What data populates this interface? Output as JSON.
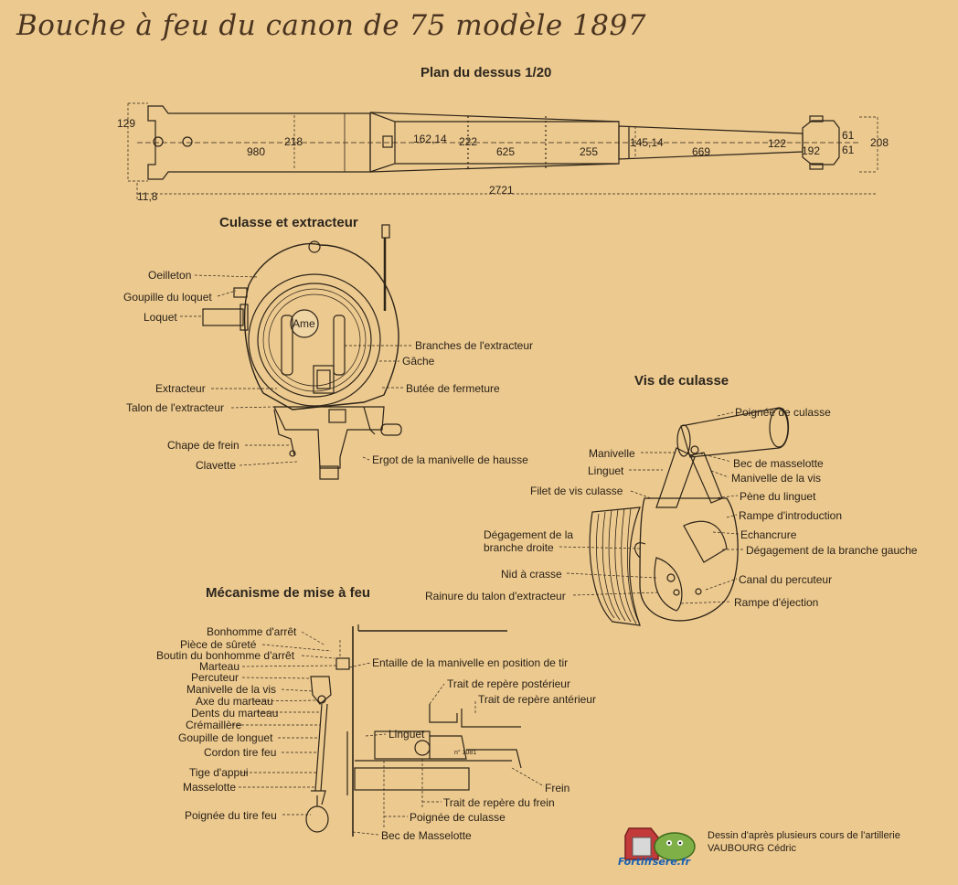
{
  "title": "Bouche à feu du canon de 75 modèle 1897",
  "sections": {
    "plan": "Plan du dessus 1/20",
    "culasse": "Culasse et extracteur",
    "vis": "Vis de culasse",
    "mecanisme": "Mécanisme de mise à feu"
  },
  "dimensions": {
    "d129": "129",
    "d980": "980",
    "d218": "218",
    "d162": "162,14",
    "d222": "222",
    "d625": "625",
    "d255": "255",
    "d145": "145,14",
    "d669": "669",
    "d122": "122",
    "d192": "192",
    "d61a": "61",
    "d61b": "61",
    "d208": "208",
    "d11": "11,8",
    "d2721": "2721"
  },
  "culasse_labels": {
    "ame": "Ame",
    "oeilleton": "Oeilleton",
    "goupille_loquet": "Goupille du loquet",
    "loquet": "Loquet",
    "extracteur": "Extracteur",
    "talon": "Talon de l'extracteur",
    "chape": "Chape de frein",
    "clavette": "Clavette",
    "branches": "Branches de l'extracteur",
    "gache": "Gâche",
    "butee": "Butée de fermeture",
    "ergot": "Ergot de la  manivelle de  hausse"
  },
  "vis_labels": {
    "poignee": "Poignée de culasse",
    "manivelle": "Manivelle",
    "bec": "Bec de masselotte",
    "linguet": "Linguet",
    "manivelle_vis": "Manivelle de la vis",
    "filet": "Filet de vis culasse",
    "pene": "Pène du linguet",
    "rampe_intro": "Rampe d'introduction",
    "degagement_droite": "Dégagement de la\nbranche droite",
    "echancrure": "Echancrure",
    "degagement_gauche": "Dégagement de la branche gauche",
    "nid": "Nid à crasse",
    "canal": "Canal du percuteur",
    "rainure": "Rainure du talon d'extracteur",
    "rampe_ejection": "Rampe d'éjection"
  },
  "mecanisme_labels": {
    "bonhomme": "Bonhomme d'arrêt",
    "piece": "Pièce de sûreté",
    "boutin": "Boutin du bonhomme d'arrêt",
    "marteau": "Marteau",
    "percuteur": "Percuteur",
    "manivelle_vis": "Manivelle de la vis",
    "axe": "Axe du marteau",
    "dents": "Dents du marteau",
    "cremaillere": "Crémaillère",
    "goupille": "Goupille de longuet",
    "cordon": "Cordon tire feu",
    "tige": "Tige d'appui",
    "masselotte": "Masselotte",
    "poignee_tire": "Poignée du tire feu",
    "entaille": "Entaille de la manivelle en position de tir",
    "trait_post": "Trait de repère postérieur",
    "trait_ant": "Trait de repère antérieur",
    "linguet": "Linguet",
    "frein": "Frein",
    "trait_frein": "Trait de repère du frein",
    "poignee_culasse": "Poignée de culasse",
    "bec": "Bec de Masselotte",
    "serial": "n° 1081"
  },
  "credit": {
    "line1": "Dessin d'après plusieurs cours de l'artillerie",
    "line2": "VAUBOURG Cédric",
    "logo": "Fortiffsere.fr"
  }
}
